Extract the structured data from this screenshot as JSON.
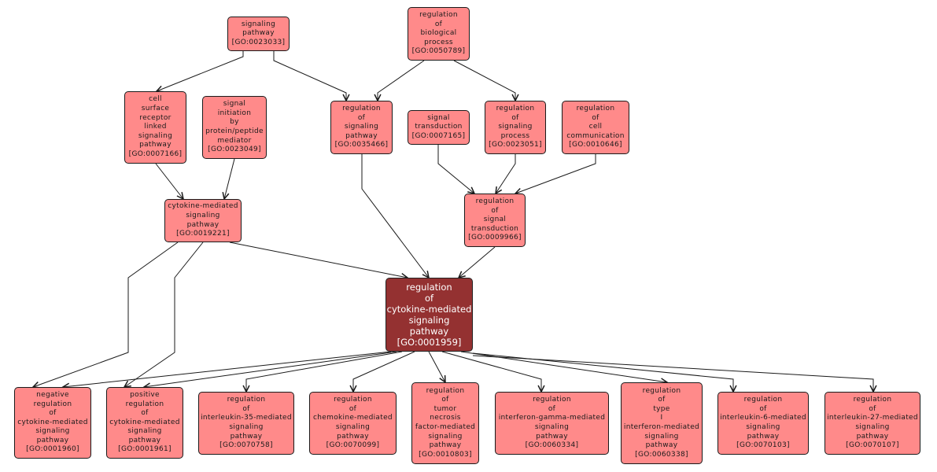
{
  "graph": {
    "title": "GO term graph: regulation of cytokine-mediated signaling pathway",
    "colors": {
      "node_fill": "#ff8a8a",
      "focus_fill": "#943131",
      "edge": "#1a1a1a"
    },
    "nodes": [
      {
        "id": "GO:0023033",
        "label": "signaling\npathway\n[GO:0023033]",
        "focus": false
      },
      {
        "id": "GO:0050789",
        "label": "regulation\nof\nbiological\nprocess\n[GO:0050789]",
        "focus": false
      },
      {
        "id": "GO:0007166",
        "label": "cell\nsurface\nreceptor\nlinked\nsignaling\npathway\n[GO:0007166]",
        "focus": false
      },
      {
        "id": "GO:0023049",
        "label": "signal\ninitiation\nby\nprotein/peptide\nmediator\n[GO:0023049]",
        "focus": false
      },
      {
        "id": "GO:0035466",
        "label": "regulation\nof\nsignaling\npathway\n[GO:0035466]",
        "focus": false
      },
      {
        "id": "GO:0007165",
        "label": "signal\ntransduction\n[GO:0007165]",
        "focus": false
      },
      {
        "id": "GO:0023051",
        "label": "regulation\nof\nsignaling\nprocess\n[GO:0023051]",
        "focus": false
      },
      {
        "id": "GO:0010646",
        "label": "regulation\nof\ncell\ncommunication\n[GO:0010646]",
        "focus": false
      },
      {
        "id": "GO:0019221",
        "label": "cytokine-mediated\nsignaling\npathway\n[GO:0019221]",
        "focus": false
      },
      {
        "id": "GO:0009966",
        "label": "regulation\nof\nsignal\ntransduction\n[GO:0009966]",
        "focus": false
      },
      {
        "id": "GO:0001959",
        "label": "regulation\nof\ncytokine-mediated\nsignaling\npathway\n[GO:0001959]",
        "focus": true
      },
      {
        "id": "GO:0001960",
        "label": "negative\nregulation\nof\ncytokine-mediated\nsignaling\npathway\n[GO:0001960]",
        "focus": false
      },
      {
        "id": "GO:0001961",
        "label": "positive\nregulation\nof\ncytokine-mediated\nsignaling\npathway\n[GO:0001961]",
        "focus": false
      },
      {
        "id": "GO:0070758",
        "label": "regulation\nof\ninterleukin-35-mediated\nsignaling\npathway\n[GO:0070758]",
        "focus": false
      },
      {
        "id": "GO:0070099",
        "label": "regulation\nof\nchemokine-mediated\nsignaling\npathway\n[GO:0070099]",
        "focus": false
      },
      {
        "id": "GO:0010803",
        "label": "regulation\nof\ntumor\nnecrosis\nfactor-mediated\nsignaling\npathway\n[GO:0010803]",
        "focus": false
      },
      {
        "id": "GO:0060334",
        "label": "regulation\nof\ninterferon-gamma-mediated\nsignaling\npathway\n[GO:0060334]",
        "focus": false
      },
      {
        "id": "GO:0060338",
        "label": "regulation\nof\ntype\nI\ninterferon-mediated\nsignaling\npathway\n[GO:0060338]",
        "focus": false
      },
      {
        "id": "GO:0070103",
        "label": "regulation\nof\ninterleukin-6-mediated\nsignaling\npathway\n[GO:0070103]",
        "focus": false
      },
      {
        "id": "GO:0070107",
        "label": "regulation\nof\ninterleukin-27-mediated\nsignaling\npathway\n[GO:0070107]",
        "focus": false
      }
    ],
    "edges": [
      {
        "from": "GO:0023033",
        "to": "GO:0007166"
      },
      {
        "from": "GO:0023033",
        "to": "GO:0035466"
      },
      {
        "from": "GO:0050789",
        "to": "GO:0035466"
      },
      {
        "from": "GO:0050789",
        "to": "GO:0023051"
      },
      {
        "from": "GO:0007166",
        "to": "GO:0019221"
      },
      {
        "from": "GO:0023049",
        "to": "GO:0019221"
      },
      {
        "from": "GO:0007165",
        "to": "GO:0009966"
      },
      {
        "from": "GO:0023051",
        "to": "GO:0009966"
      },
      {
        "from": "GO:0010646",
        "to": "GO:0009966"
      },
      {
        "from": "GO:0019221",
        "to": "GO:0001959"
      },
      {
        "from": "GO:0035466",
        "to": "GO:0001959"
      },
      {
        "from": "GO:0009966",
        "to": "GO:0001959"
      },
      {
        "from": "GO:0019221",
        "to": "GO:0001960"
      },
      {
        "from": "GO:0019221",
        "to": "GO:0001961"
      },
      {
        "from": "GO:0001959",
        "to": "GO:0001960"
      },
      {
        "from": "GO:0001959",
        "to": "GO:0001961"
      },
      {
        "from": "GO:0001959",
        "to": "GO:0070758"
      },
      {
        "from": "GO:0001959",
        "to": "GO:0070099"
      },
      {
        "from": "GO:0001959",
        "to": "GO:0010803"
      },
      {
        "from": "GO:0001959",
        "to": "GO:0060334"
      },
      {
        "from": "GO:0001959",
        "to": "GO:0060338"
      },
      {
        "from": "GO:0001959",
        "to": "GO:0070103"
      },
      {
        "from": "GO:0001959",
        "to": "GO:0070107"
      }
    ]
  }
}
